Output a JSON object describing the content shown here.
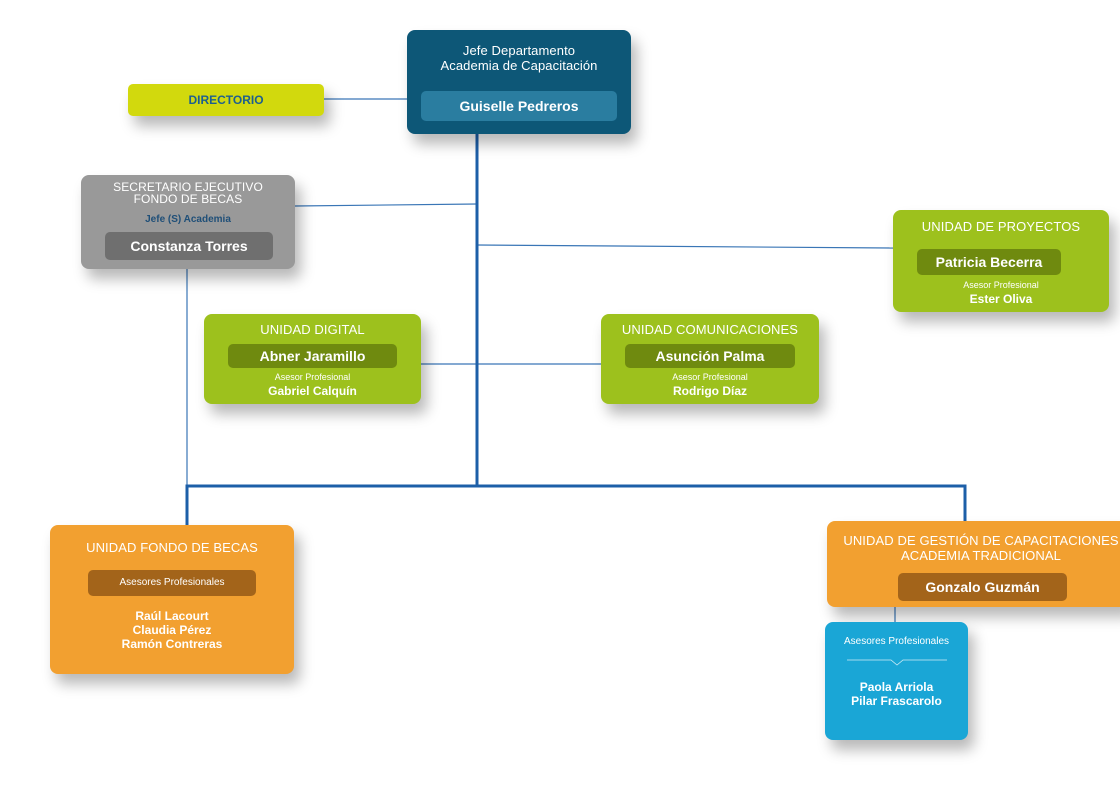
{
  "jefe": {
    "title_line1": "Jefe Departamento",
    "title_line2": "Academia de Capacitación",
    "name": "Guiselle Pedreros",
    "color": "#0d5777"
  },
  "directorio": {
    "label": "DIRECTORIO",
    "color": "#d2d90d"
  },
  "secretario": {
    "title_line1": "SECRETARIO EJECUTIVO",
    "title_line2": "FONDO DE BECAS",
    "subtitle": "Jefe (S) Academia",
    "name": "Constanza Torres",
    "color": "#999999"
  },
  "proyectos": {
    "title": "UNIDAD DE PROYECTOS",
    "name": "Patricia Becerra",
    "advisor_label": "Asesor Profesional",
    "advisor_name": "Ester Oliva",
    "color": "#9dc11d"
  },
  "digital": {
    "title": "UNIDAD DIGITAL",
    "name": "Abner Jaramillo",
    "advisor_label": "Asesor Profesional",
    "advisor_name": "Gabriel Calquín"
  },
  "comunicaciones": {
    "title": "UNIDAD COMUNICACIONES",
    "name": "Asunción Palma",
    "advisor_label": "Asesor Profesional",
    "advisor_name": "Rodrigo Díaz"
  },
  "becas": {
    "title": "UNIDAD FONDO DE BECAS",
    "advisors_label": "Asesores Profesionales",
    "names": [
      "Raúl Lacourt",
      "Claudia Pérez",
      "Ramón Contreras"
    ],
    "color": "#f2a030"
  },
  "gestion": {
    "title_line1": "UNIDAD DE GESTIÓN DE CAPACITACIONES",
    "title_line2": "ACADEMIA TRADICIONAL",
    "name": "Gonzalo Guzmán"
  },
  "asesores": {
    "label": "Asesores Profesionales",
    "names": [
      "Paola Arriola",
      "Pilar Frascarolo"
    ],
    "color": "#1aa6d6"
  },
  "connector_colors": {
    "main": "#1d5fa8",
    "thin": "#3a76b6"
  }
}
